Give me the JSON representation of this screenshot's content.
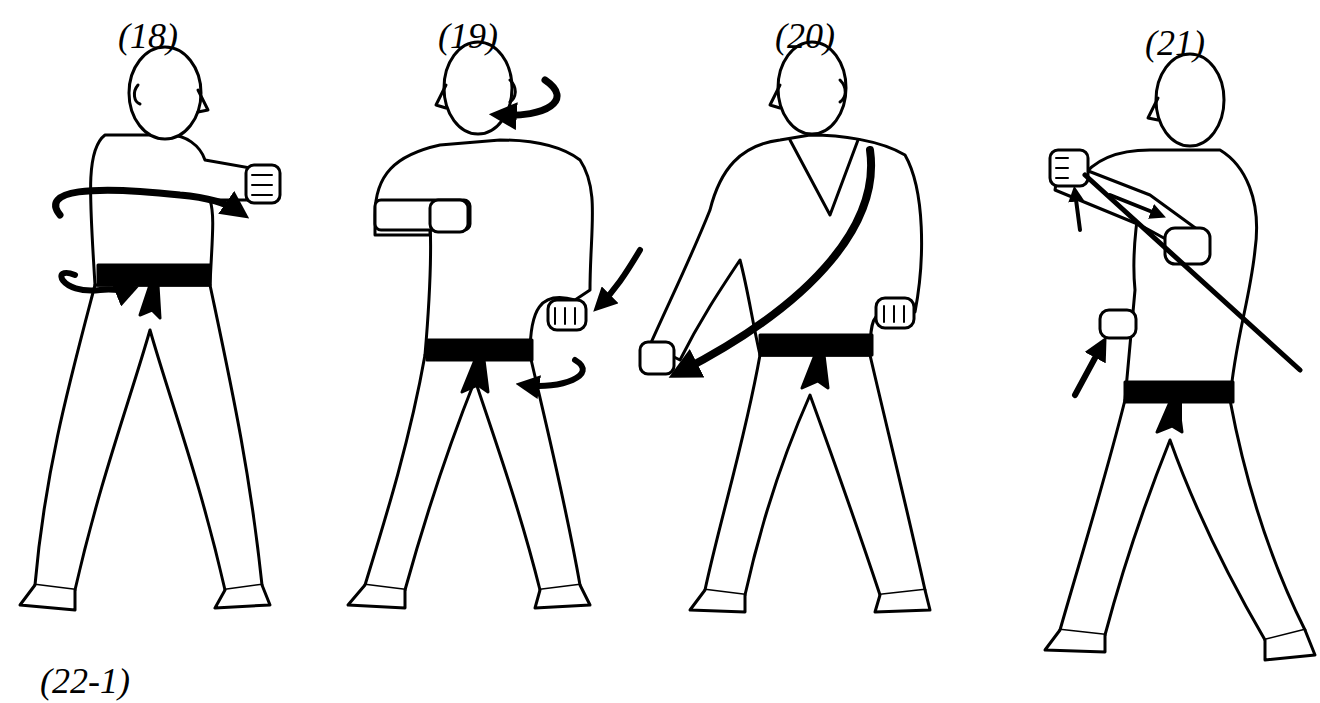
{
  "diagram": {
    "labels": [
      "(18)",
      "(19)",
      "(20)",
      "(21)",
      "(22-1)"
    ]
  }
}
